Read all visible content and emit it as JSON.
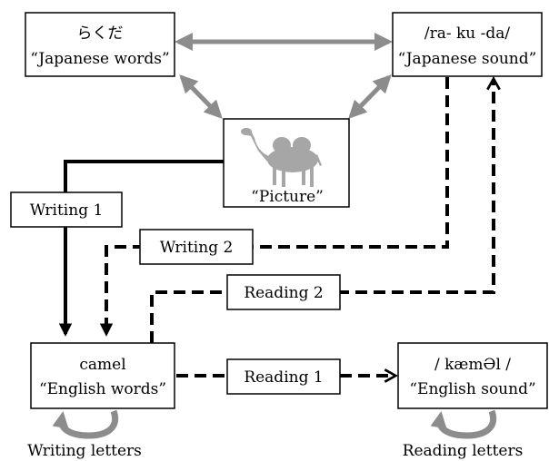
{
  "nodes": {
    "japanese_words": {
      "line1": "らくだ",
      "line2": "“Japanese words”"
    },
    "japanese_sound": {
      "line1": "/ra- ku -da/",
      "line2": "“Japanese sound”"
    },
    "picture": {
      "caption": "“Picture”"
    },
    "english_words": {
      "line1": "camel",
      "line2": "“English words”"
    },
    "english_sound": {
      "line1": "/ kæmƏl /",
      "line2": "“English sound”"
    }
  },
  "edges": {
    "writing_1": "Writing 1",
    "writing_2": "Writing 2",
    "reading_2": "Reading 2",
    "reading_1": "Reading 1"
  },
  "loops": {
    "writing_letters": "Writing letters",
    "reading_letters": "Reading letters"
  },
  "colors": {
    "gray_arrow": "#8c8c8c",
    "black_line": "#000000",
    "camel": "#a6a6a6"
  }
}
